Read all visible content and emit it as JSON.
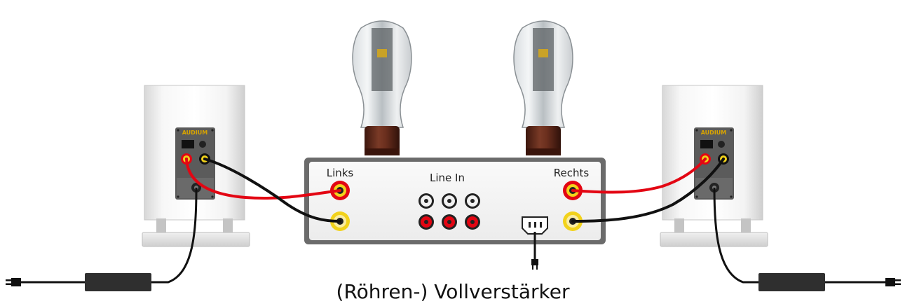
{
  "amplifier": {
    "left_label": "Links",
    "right_label": "Rechts",
    "input_label": "Line In"
  },
  "speakers": {
    "left_brand": "AUDIUM",
    "right_brand": "AUDIUM"
  },
  "caption": "(Röhren-) Vollverstärker",
  "colors": {
    "red_cable": "#e30613",
    "black_cable": "#111111",
    "speaker_body": "#eeeeee",
    "amp_body": "#f4f4f4",
    "panel": "#5b5b5b",
    "brand_text": "#d9a400",
    "rca_gold": "#f2d21b",
    "tube_base": "#5a2417"
  }
}
